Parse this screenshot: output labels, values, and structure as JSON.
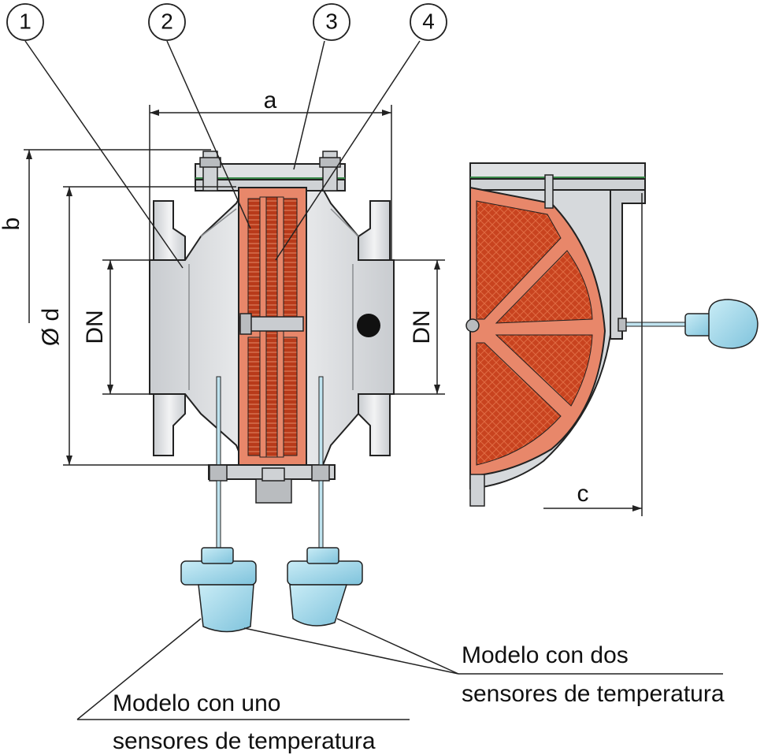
{
  "callouts": [
    "1",
    "2",
    "3",
    "4"
  ],
  "dimensions": {
    "a": "a",
    "b": "b",
    "d": "Ø d",
    "dn_left": "DN",
    "dn_right": "DN",
    "c": "c"
  },
  "captions": {
    "two_sensors_line1": "Modelo con dos",
    "two_sensors_line2": "sensores de temperatura",
    "one_sensor_line1": "Modelo con uno",
    "one_sensor_line2": "sensores de temperatura"
  },
  "colors": {
    "element": "#e8876a",
    "mesh": "#c8431f",
    "body": "#d6d9dc",
    "sensor": "#a8d8ea",
    "outline": "#222222"
  }
}
